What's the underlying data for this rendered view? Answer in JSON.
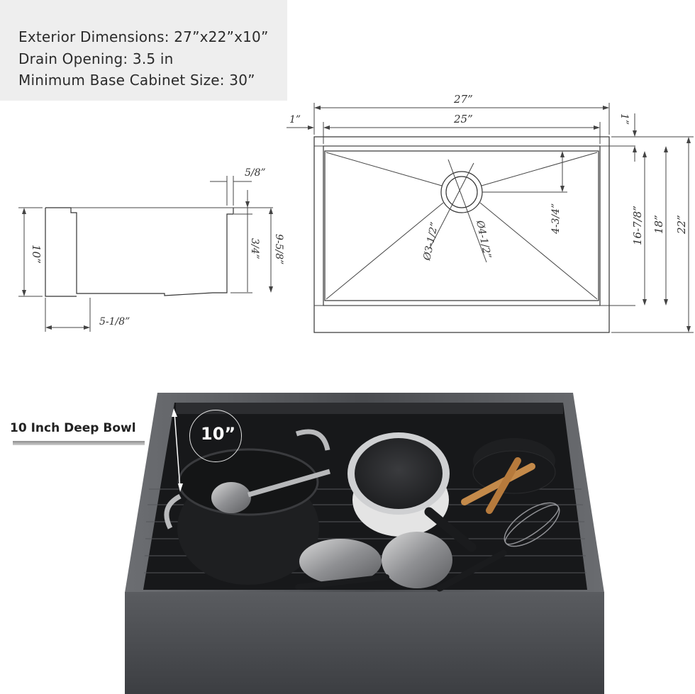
{
  "specs": {
    "exterior": "Exterior Dimensions: 27”x22”x10”",
    "drain": "Drain Opening: 3.5 in",
    "cabinet": "Minimum Base Cabinet Size: 30”"
  },
  "side_view": {
    "depth": "10”",
    "lip": "5/8”",
    "inner": "3/4”",
    "front": "9-5/8”",
    "offset": "5-1/8”"
  },
  "top_view": {
    "overall_width": "27”",
    "bowl_width": "25”",
    "left_margin": "1”",
    "right_margin": "1”",
    "drain_offset": "4-3/4”",
    "inner_depth": "16-7/8”",
    "bowl_depth": "18”",
    "overall_depth": "22”",
    "drain_inner_dia": "Ø3-1/2”",
    "drain_outer_dia": "Ø4-1/2”"
  },
  "photo": {
    "bowl_label": "10 Inch Deep Bowl",
    "depth_badge": "10”",
    "colors": {
      "steel": "#4a4c50",
      "steel_dark": "#2a2b2e",
      "grid": "#6a6c70"
    }
  }
}
